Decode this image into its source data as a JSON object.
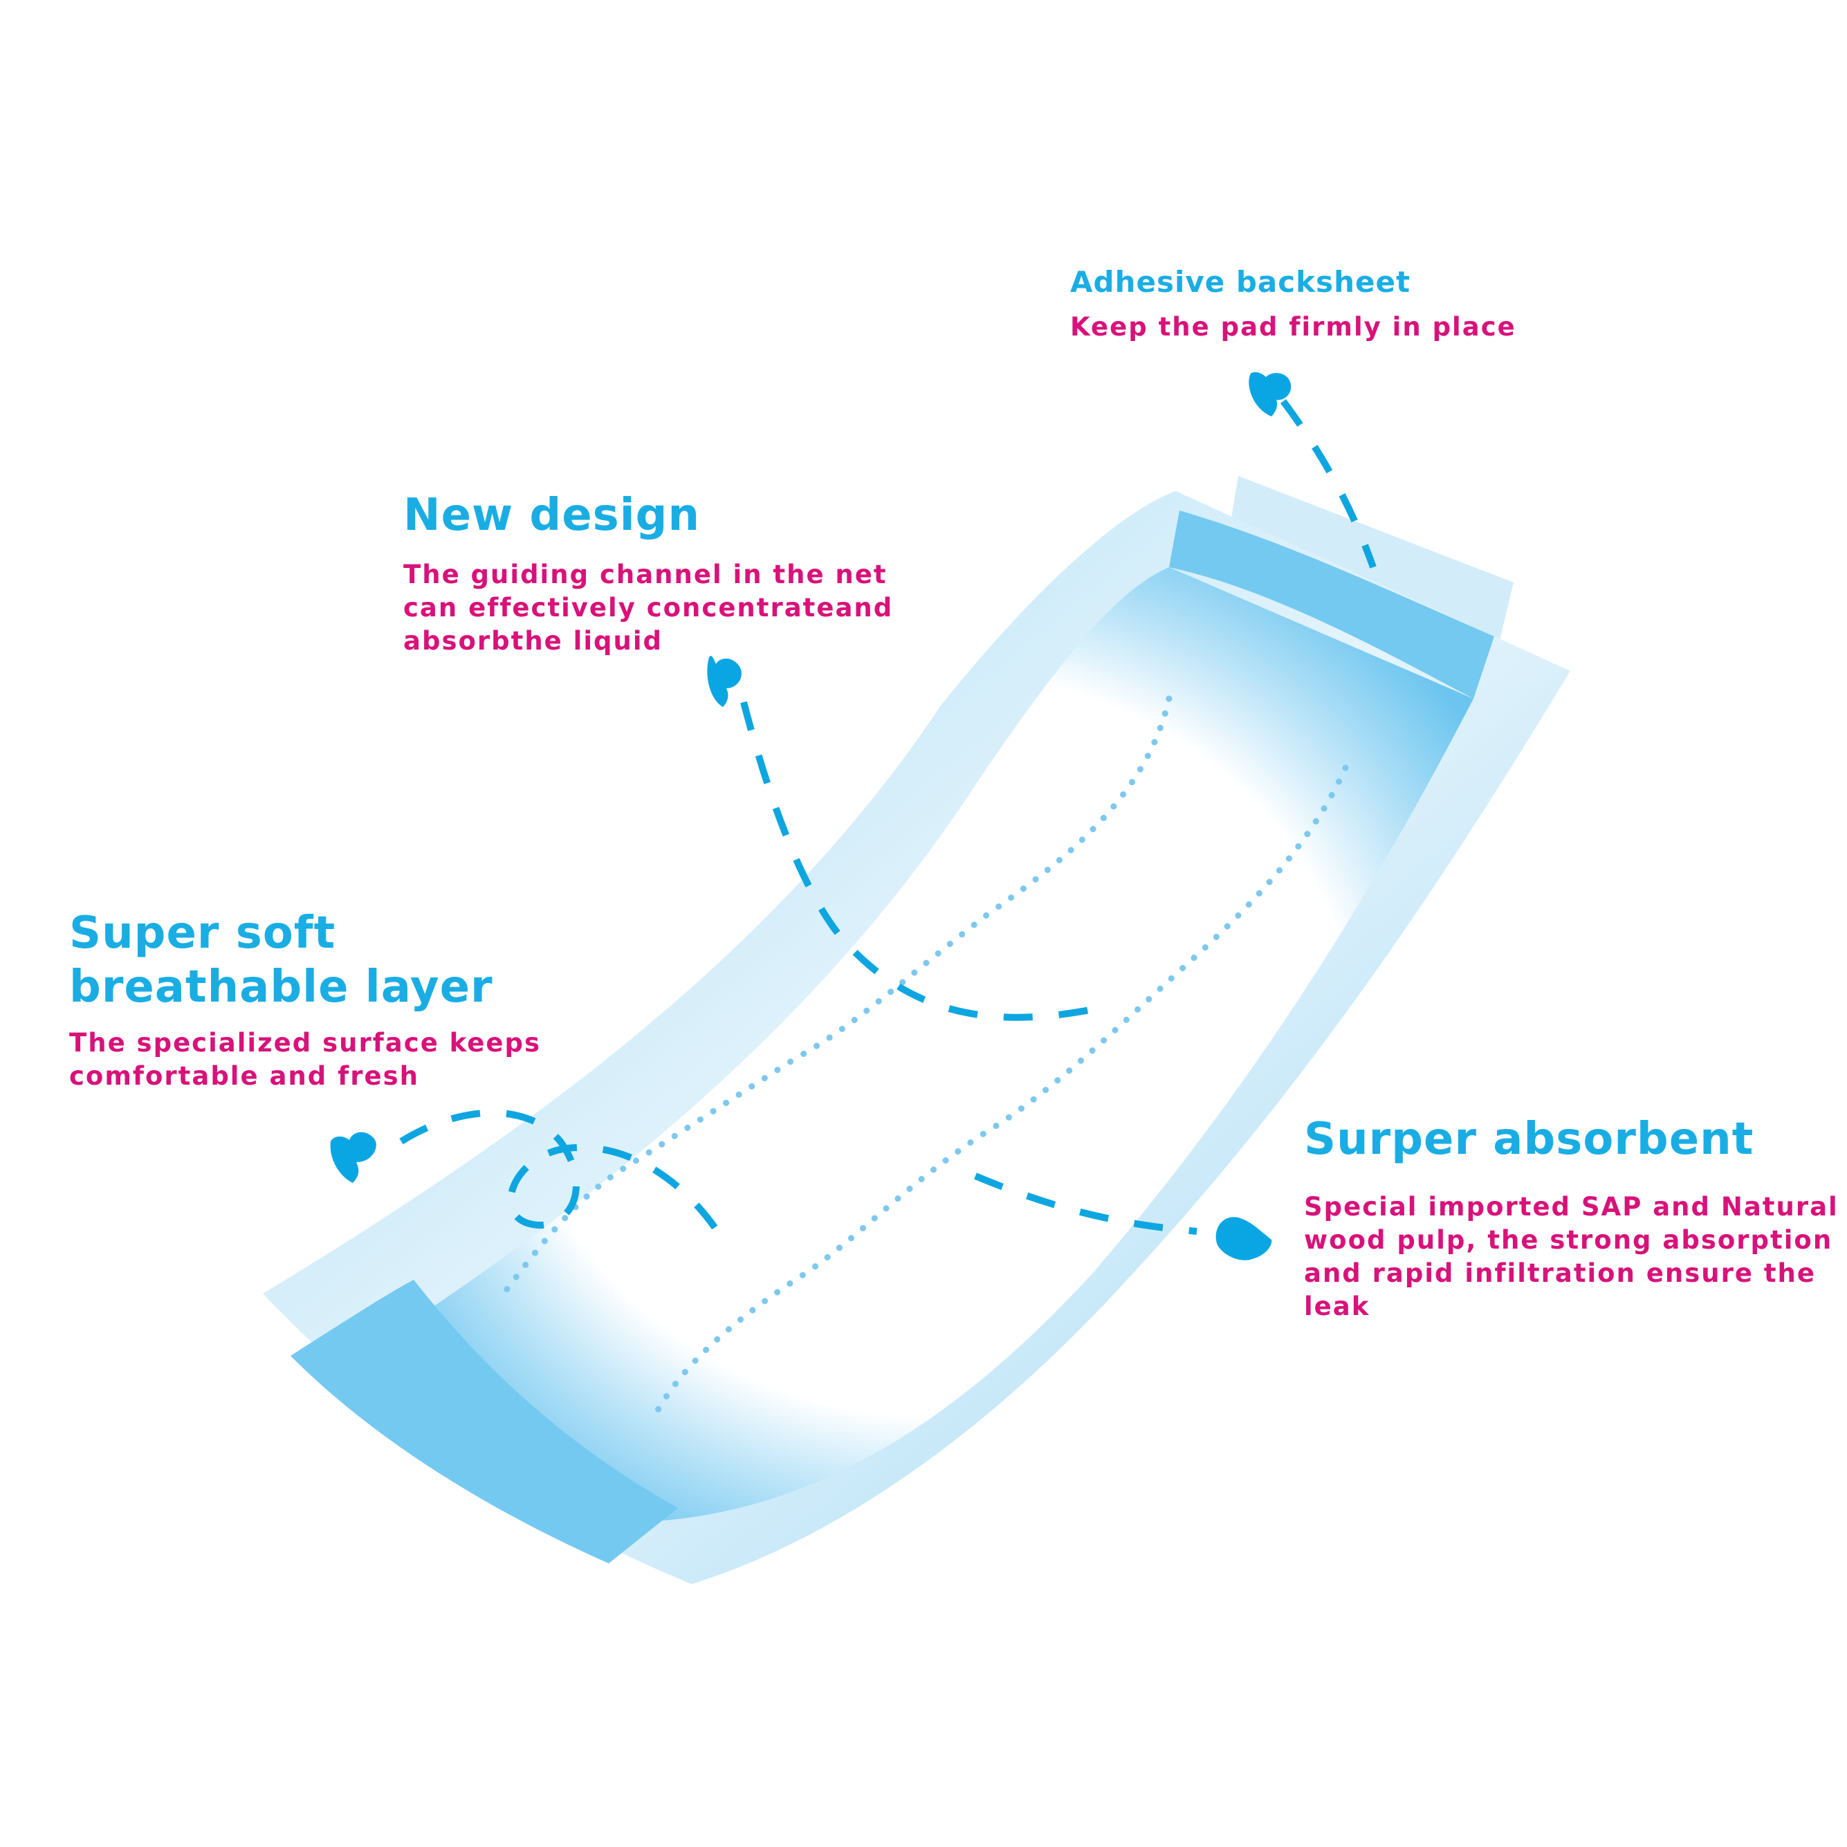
{
  "colors": {
    "heading_blue": "#1aade4",
    "description_magenta": "#d8127a",
    "pad_blue": "#74c9f0",
    "pad_light_blue": "#d3ecf9",
    "connector_blue": "#0ea6e0",
    "background": "#ffffff"
  },
  "callouts": [
    {
      "id": "adhesive-backsheet",
      "title_lines": [
        "Adhesive backsheet"
      ],
      "description_lines": [
        "Keep the pad firmly in place"
      ],
      "icon": "heart-icon"
    },
    {
      "id": "new-design",
      "title_lines": [
        "New design"
      ],
      "description_lines": [
        "The guiding channel in the net",
        "can effectively concentrateand",
        "absorbthe liquid"
      ],
      "icon": "heart-icon"
    },
    {
      "id": "super-soft",
      "title_lines": [
        "Super soft",
        "breathable layer"
      ],
      "description_lines": [
        "The specialized surface keeps",
        "comfortable and fresh"
      ],
      "icon": "heart-icon"
    },
    {
      "id": "super-absorbent",
      "title_lines": [
        "Surper absorbent"
      ],
      "description_lines": [
        "Special imported SAP and Natural",
        "wood pulp, the strong absorption",
        "and rapid infiltration ensure the",
        "leak"
      ],
      "icon": "heart-icon"
    }
  ],
  "illustration": {
    "subject": "sanitary pad",
    "parts": [
      "adhesive backsheet strip",
      "top blue end band",
      "bottom blue end band",
      "outer wings",
      "dotted guiding channels"
    ]
  }
}
